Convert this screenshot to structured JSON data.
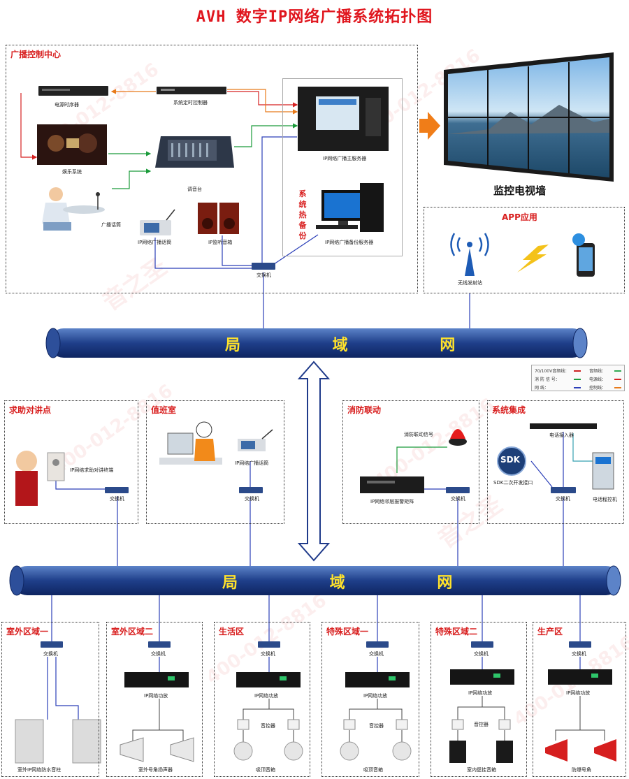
{
  "title": "AVH 数字IP网络广播系统拓扑图",
  "watermark": {
    "phone": "400-012-8816",
    "brand": "音之圣"
  },
  "backbone": {
    "upper_label": "局 域 网",
    "lower_label": "局 域 网"
  },
  "control_center": {
    "title": "广播控制中心",
    "items": {
      "power_sequencer": "电源时序器",
      "timer_controller": "系统定时控制器",
      "entertainment": "娱乐系统",
      "mixer": "调音台",
      "broadcast_mic": "广播话筒",
      "ip_paging_mic": "IP网络广播话筒",
      "ip_monitor_speaker": "IP监听音箱",
      "main_server": "IP网络广播主服务器",
      "backup_server": "IP网络广播备份服务器",
      "hot_backup": "系统热备份",
      "switch": "交换机"
    }
  },
  "video_wall": {
    "label": "监控电视墙"
  },
  "app": {
    "title": "APP应用",
    "tower": "无线发射站"
  },
  "legend": {
    "items": [
      "70/100V音频线：",
      "音频线：",
      "消 防 信 号：",
      "电源线：",
      "网 线：",
      "控制线："
    ],
    "colors": {
      "speaker70v": "#cc2222",
      "audio": "#33aa55",
      "fire": "#1a9b3a",
      "power": "#d62222",
      "network": "#2b3fb8",
      "control": "#e87a1a"
    }
  },
  "sections": {
    "help_point": {
      "title": "求助对讲点",
      "terminal": "IP网络求助对讲终端",
      "switch": "交换机"
    },
    "duty_room": {
      "title": "值班室",
      "mic": "IP网络广播话筒",
      "switch": "交换机"
    },
    "fire_link": {
      "title": "消防联动",
      "signal": "消防联动信号",
      "matrix": "IP网络邻层报警矩阵",
      "switch": "交换机"
    },
    "integration": {
      "title": "系统集成",
      "phone_access": "电话接入器",
      "sdk": "SDK二次开发接口",
      "sdk_logo": "SDK",
      "pbx": "电话程控机",
      "switch": "交换机"
    }
  },
  "zones": [
    {
      "title": "室外区域一",
      "switch": "交换机",
      "amp": "",
      "ctrl": "",
      "device": "室外IP网络防水音柱"
    },
    {
      "title": "室外区域二",
      "switch": "交换机",
      "amp": "IP网络功放",
      "ctrl": "",
      "device": "室外号角扬声器"
    },
    {
      "title": "生活区",
      "switch": "交换机",
      "amp": "IP网络功放",
      "ctrl": "音控器",
      "device": "吸顶音箱"
    },
    {
      "title": "特殊区域一",
      "switch": "交换机",
      "amp": "IP网络功放",
      "ctrl": "音控器",
      "device": "吸顶音箱"
    },
    {
      "title": "特殊区域二",
      "switch": "交换机",
      "amp": "IP网络功放",
      "ctrl": "音控器",
      "device": "室内壁挂音箱"
    },
    {
      "title": "生产区",
      "switch": "交换机",
      "amp": "IP网络功放",
      "ctrl": "",
      "device": "防爆号角"
    }
  ]
}
